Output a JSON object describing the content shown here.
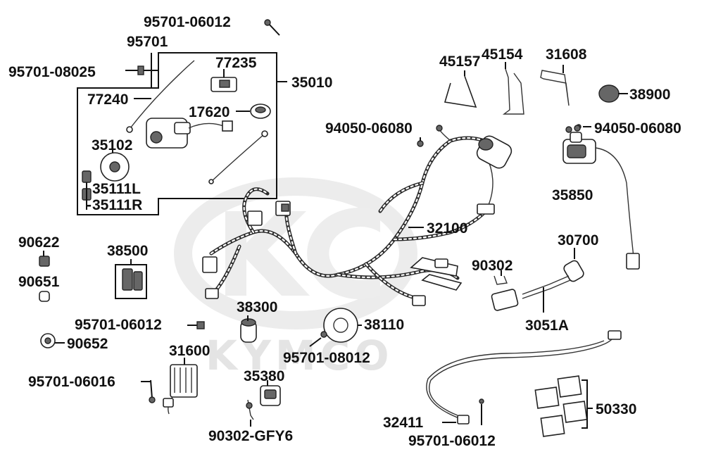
{
  "watermark": {
    "brand": "KYMCO"
  },
  "callouts": [
    {
      "id": "95701-06012-top",
      "label": "95701-06012"
    },
    {
      "id": "95701",
      "label": "95701"
    },
    {
      "id": "95701-08025",
      "label": "95701-08025"
    },
    {
      "id": "77235",
      "label": "77235"
    },
    {
      "id": "35010",
      "label": "35010"
    },
    {
      "id": "77240",
      "label": "77240"
    },
    {
      "id": "17620",
      "label": "17620"
    },
    {
      "id": "35102",
      "label": "35102"
    },
    {
      "id": "35111L",
      "label": "35111L"
    },
    {
      "id": "35111R",
      "label": "35111R"
    },
    {
      "id": "45157",
      "label": "45157"
    },
    {
      "id": "45154",
      "label": "45154"
    },
    {
      "id": "31608",
      "label": "31608"
    },
    {
      "id": "38900",
      "label": "38900"
    },
    {
      "id": "94050-06080-a",
      "label": "94050-06080"
    },
    {
      "id": "94050-06080-b",
      "label": "94050-06080"
    },
    {
      "id": "35850",
      "label": "35850"
    },
    {
      "id": "32100",
      "label": "32100"
    },
    {
      "id": "30700",
      "label": "30700"
    },
    {
      "id": "90302",
      "label": "90302"
    },
    {
      "id": "3051A",
      "label": "3051A"
    },
    {
      "id": "90622",
      "label": "90622"
    },
    {
      "id": "38500",
      "label": "38500"
    },
    {
      "id": "90651",
      "label": "90651"
    },
    {
      "id": "38300",
      "label": "38300"
    },
    {
      "id": "95701-06012-mid",
      "label": "95701-06012"
    },
    {
      "id": "38110",
      "label": "38110"
    },
    {
      "id": "90652",
      "label": "90652"
    },
    {
      "id": "95701-08012",
      "label": "95701-08012"
    },
    {
      "id": "31600",
      "label": "31600"
    },
    {
      "id": "95701-06016",
      "label": "95701-06016"
    },
    {
      "id": "35380",
      "label": "35380"
    },
    {
      "id": "90302-GFY6",
      "label": "90302-GFY6"
    },
    {
      "id": "32411",
      "label": "32411"
    },
    {
      "id": "95701-06012-bot",
      "label": "95701-06012"
    },
    {
      "id": "50330",
      "label": "50330"
    }
  ]
}
